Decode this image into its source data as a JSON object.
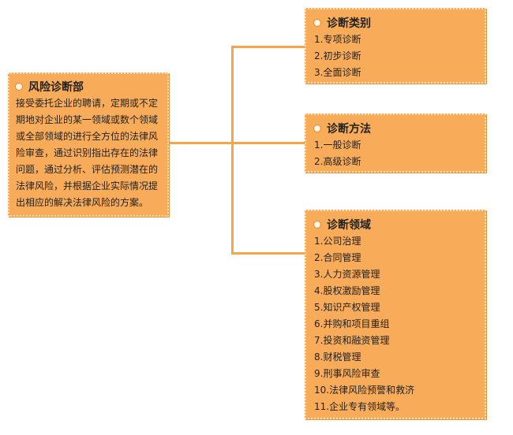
{
  "root": {
    "title": "风险诊断部",
    "description_lines": [
      "接受委托企业的聘请，定期或不定",
      "期地对企业的某一领域或数个领域",
      "或全部领域的进行全方位的法律风",
      "险审查，通过识别指出存在的法律",
      "问题，通过分析、评估预测潜在的",
      "法律风险，并根据企业实际情况提",
      "出相应的解决法律风险的方案。"
    ]
  },
  "categories": {
    "title": "诊断类别",
    "items": [
      "1.专项诊断",
      "2.初步诊断",
      "3.全面诊断"
    ]
  },
  "methods": {
    "title": "诊断方法",
    "items": [
      "1.一般诊断",
      "2.高级诊断"
    ]
  },
  "areas": {
    "title": "诊断领域",
    "items": [
      "1.公司治理",
      "2.合同管理",
      "3.人力资源管理",
      "4.股权激励管理",
      "5.知识产权管理",
      "6.并购和项目重组",
      "7.投资和融资管理",
      "8.财税管理",
      "9.刑事风险审查",
      "10.法律风险预警和救济",
      "11.企业专有领域等。"
    ]
  },
  "colors": {
    "box_fill": "#f8ac59",
    "connector": "#f5a54a"
  }
}
